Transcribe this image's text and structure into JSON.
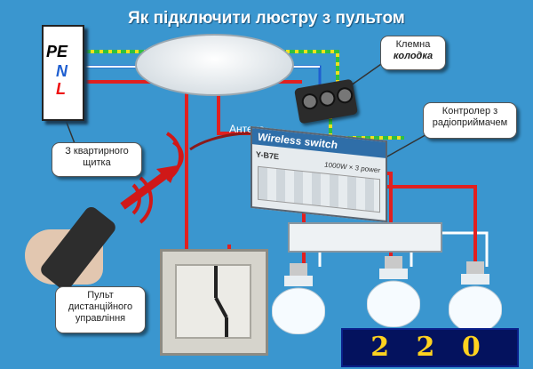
{
  "title": "Як підключити люстру з пультом",
  "panel": {
    "pe": "PE",
    "n": "N",
    "l": "L"
  },
  "labels": {
    "panel_callout": "З квартирного щитка",
    "clamp_callout_line1": "Клемна",
    "clamp_callout_line2": "колодка",
    "controller_callout": "Контролер з радіоприймачем",
    "antenna": "Антена",
    "remote_callout": "Пульт дистанційного управління"
  },
  "controller": {
    "header": "Wireless switch",
    "model": "Y-B7E",
    "power": "1000W × 3 power"
  },
  "display": {
    "value": "2 2 0"
  },
  "colors": {
    "background": "#3a96cf",
    "phase": "#e02020",
    "neutral": "#1f5fd0",
    "ground": "#f0e020",
    "ground_alt": "#2fbf40",
    "display_bg": "#04125e",
    "display_text": "#ffd21f"
  },
  "icons": {
    "signal": "radio-waves-icon",
    "arrow": "signal-arrow-icon"
  }
}
